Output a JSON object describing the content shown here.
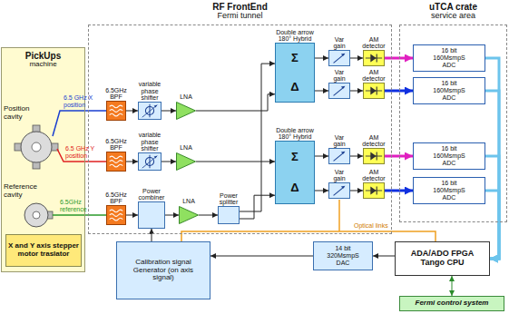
{
  "diagram": {
    "nodes": [
      {
        "text": [
          "PickUps",
          "machine"
        ]
      },
      {
        "text": [
          "X and Y axis stepper motor traslator"
        ],
        "in": 0
      },
      {
        "text": [
          "RF FrontEnd",
          "Fermi tunnel"
        ]
      },
      {
        "text": [
          "uTCA crate",
          "service area"
        ]
      },
      {
        "text": [
          "6.5GHz BPF"
        ],
        "in": 2
      },
      {
        "text": [
          "variable phase shifter"
        ],
        "in": 2
      },
      {
        "text": [
          "LNA"
        ],
        "in": 2
      },
      {
        "text": [
          "6.5GHz BPF"
        ],
        "in": 2
      },
      {
        "text": [
          "variable phase shifter"
        ],
        "in": 2
      },
      {
        "text": [
          "LNA"
        ],
        "in": 2
      },
      {
        "text": [
          "6.5GHz BPF"
        ],
        "in": 2
      },
      {
        "text": [
          "Power combiner"
        ],
        "in": 2
      },
      {
        "text": [
          "LNA"
        ],
        "in": 2
      },
      {
        "text": [
          "Power splitter"
        ],
        "in": 2
      },
      {
        "text": [
          "Double arrow 180° Hybrid",
          "Σ",
          "Δ"
        ],
        "in": 2
      },
      {
        "text": [
          "Double arrow 180° Hybrid",
          "Σ",
          "Δ"
        ],
        "in": 2
      },
      {
        "text": [
          "Var gain"
        ],
        "in": 2
      },
      {
        "text": [
          "AM detector"
        ],
        "in": 2
      },
      {
        "text": [
          "Var gain"
        ],
        "in": 2
      },
      {
        "text": [
          "AM detector"
        ],
        "in": 2
      },
      {
        "text": [
          "Var gain"
        ],
        "in": 2
      },
      {
        "text": [
          "AM detector"
        ],
        "in": 2
      },
      {
        "text": [
          "Var gain"
        ],
        "in": 2
      },
      {
        "text": [
          "AM detector"
        ],
        "in": 2
      },
      {
        "text": [
          "16 bit 160MsmpS ADC"
        ],
        "in": 3
      },
      {
        "text": [
          "16 bit 160MsmpS ADC"
        ],
        "in": 3
      },
      {
        "text": [
          "16 bit 160MsmpS ADC"
        ],
        "in": 3
      },
      {
        "text": [
          "16 bit 160MsmpS ADC"
        ],
        "in": 3
      },
      {
        "text": [
          "Calibration signal Generator (on axis signal)"
        ]
      },
      {
        "text": [
          "14 bit 320MsmpS DAC"
        ]
      },
      {
        "text": [
          "ADA/ADO FPGA Tango CPU"
        ]
      },
      {
        "text": [
          "Fermi control system"
        ]
      }
    ],
    "edges": [
      {
        "from": 4,
        "to": 5,
        "arrow": "to"
      },
      {
        "from": 5,
        "to": 6,
        "arrow": "to"
      },
      {
        "from": 6,
        "to": 14,
        "arrow": "to"
      },
      {
        "from": 7,
        "to": 8,
        "arrow": "to"
      },
      {
        "from": 8,
        "to": 9,
        "arrow": "to"
      },
      {
        "from": 9,
        "to": 15,
        "arrow": "to"
      },
      {
        "from": 10,
        "to": 11,
        "arrow": "to"
      },
      {
        "from": 11,
        "to": 12,
        "arrow": "to"
      },
      {
        "from": 12,
        "to": 13,
        "arrow": "to"
      },
      {
        "from": 13,
        "to": 14,
        "arrow": "to"
      },
      {
        "from": 13,
        "to": 15,
        "arrow": "to"
      },
      {
        "from": 14,
        "to": 16,
        "arrow": "to"
      },
      {
        "from": 14,
        "to": 18,
        "arrow": "to"
      },
      {
        "from": 15,
        "to": 20,
        "arrow": "to"
      },
      {
        "from": 15,
        "to": 22,
        "arrow": "to"
      },
      {
        "from": 16,
        "to": 17,
        "arrow": "to"
      },
      {
        "from": 18,
        "to": 19,
        "arrow": "to"
      },
      {
        "from": 20,
        "to": 21,
        "arrow": "to"
      },
      {
        "from": 22,
        "to": 23,
        "arrow": "to"
      },
      {
        "from": 17,
        "to": 24,
        "arrow": "to"
      },
      {
        "from": 19,
        "to": 25,
        "arrow": "to"
      },
      {
        "from": 21,
        "to": 26,
        "arrow": "to"
      },
      {
        "from": 23,
        "to": 27,
        "arrow": "to"
      },
      {
        "from": 24,
        "to": 30,
        "arrow": "to"
      },
      {
        "from": 25,
        "to": 30,
        "arrow": "to"
      },
      {
        "from": 26,
        "to": 30,
        "arrow": "to"
      },
      {
        "from": 27,
        "to": 30,
        "arrow": "to"
      },
      {
        "from": 30,
        "to": 29,
        "arrow": "to"
      },
      {
        "from": 29,
        "to": 28,
        "arrow": "to"
      },
      {
        "from": 28,
        "to": 11,
        "arrow": "to"
      },
      {
        "from": 30,
        "to": 31,
        "arrow": "both"
      }
    ],
    "labels": [
      "Position cavity",
      "Reference cavity",
      "6.5 GHz X position",
      "6.5 GHz Y position",
      "6.5GHz reference",
      "Optical links"
    ]
  }
}
